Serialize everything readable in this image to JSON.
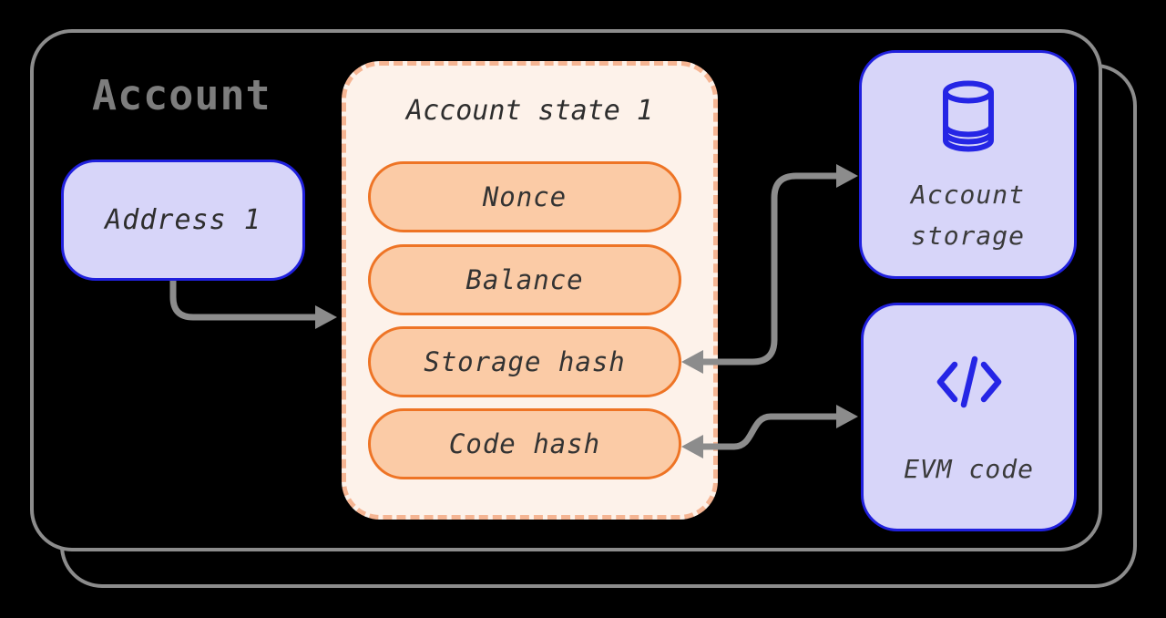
{
  "title": "Account",
  "address_box": {
    "label": "Address 1"
  },
  "state_box": {
    "title": "Account state 1",
    "fields": [
      "Nonce",
      "Balance",
      "Storage hash",
      "Code hash"
    ]
  },
  "storage_box": {
    "label": "Account storage",
    "icon": "database-icon"
  },
  "evm_box": {
    "label": "EVM code",
    "icon": "code-icon"
  },
  "colors": {
    "canvas_bg": "#000000",
    "container_border": "#8c8c8c",
    "title_text": "#7d7d7d",
    "lavender_fill": "#d7d5f9",
    "blue_border": "#2020dd",
    "blue_icon": "#2525e5",
    "cream_fill": "#fdf2ea",
    "dashed_border": "#f5b593",
    "pill_fill": "#fbcba6",
    "pill_border": "#ee7425",
    "arrow": "#8c8c8c",
    "dark_text": "#2e2e2e"
  }
}
